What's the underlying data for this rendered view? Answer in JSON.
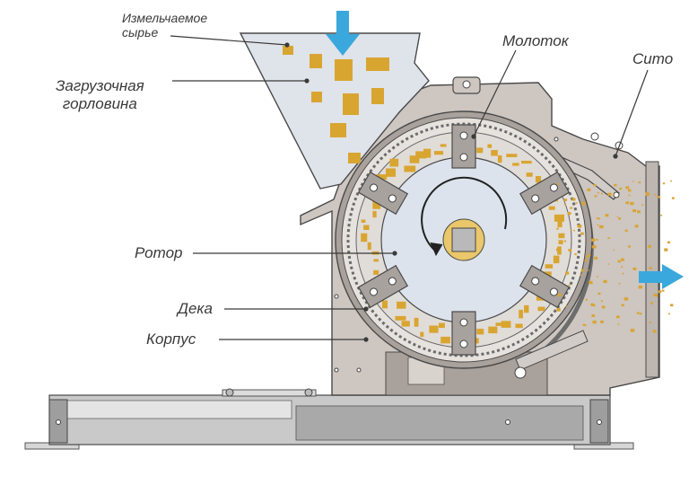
{
  "labels": {
    "raw_material": [
      "Измельчаемое",
      "сырье"
    ],
    "hopper": [
      "Загрузочная",
      "горловина"
    ],
    "hammer": "Молоток",
    "screen": "Сито",
    "rotor": "Ротор",
    "deck": "Дека",
    "housing": "Корпус"
  },
  "colors": {
    "body": "#cdc6c1",
    "body_dark": "#a9a19b",
    "outline": "#4a4a4a",
    "hopper": "#dfe3ea",
    "rotor": "#dde3ec",
    "particles": "#d9a531",
    "arrow": "#3aa8dc",
    "frame": "#bdbdbd",
    "hammer": "#a8a29e"
  },
  "icons": {
    "feed_arrow": "arrow-down-icon",
    "output_arrow": "arrow-right-icon",
    "rotation": "rotation-arrow-icon"
  }
}
